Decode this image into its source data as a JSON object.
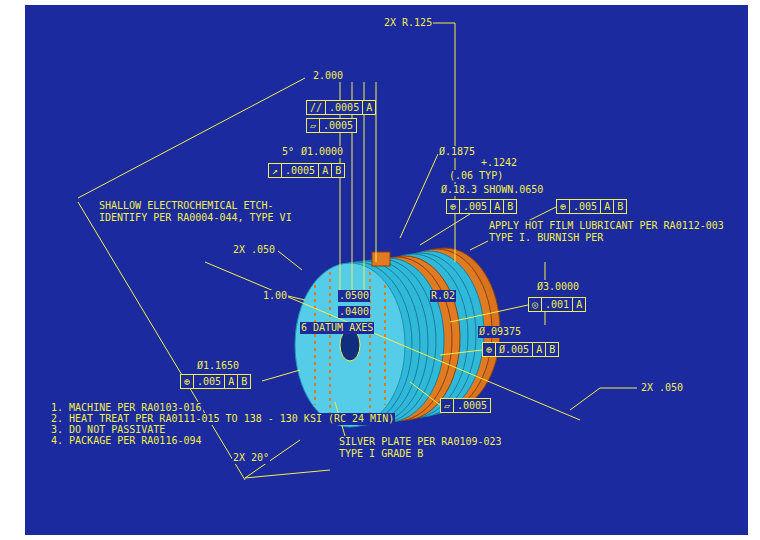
{
  "diagram": {
    "nodes": [
      {
        "text": [
          "//",
          ".0005",
          "A"
        ]
      },
      {
        "text": [
          "▱",
          ".0005"
        ]
      },
      {
        "text": [
          "↗",
          ".0005",
          "A",
          "B"
        ]
      },
      {
        "text": [
          "⊕",
          ".005",
          "A",
          "B"
        ]
      },
      {
        "text": [
          "◎",
          ".001",
          "A"
        ]
      },
      {
        "text": [
          "⊕",
          "Ø.005",
          "A",
          "B"
        ]
      },
      {
        "text": [
          "⊕",
          ".005",
          "A",
          "B"
        ]
      },
      {
        "text": [
          "▱",
          ".0005"
        ]
      },
      {
        "text": [
          "⊕",
          ".005",
          "A",
          "B"
        ]
      }
    ],
    "labels": [
      "2X R.125",
      "2.000",
      "5°",
      "Ø1.0000",
      "Ø.1875",
      "+.1242",
      "(.06 TYP)",
      "Ø.18.3 SHOWN.0650",
      "SHALLOW ELECTROCHEMICAL ETCH- IDENTIFY PER RA0004-044, TYPE VI",
      "APPLY HOT FILM LUBRICANT PER RA0112-003 TYPE I. BURNISH PER",
      "2X .050",
      "1.00",
      ".0500",
      "R.02",
      ".0400",
      "6 DATUM AXES",
      "Ø3.0000",
      "Ø.09375",
      "Ø1.1650",
      "2X .050",
      "1. MACHINE PER RA0103-016",
      "2. HEAT TREAT PER RA0111-015 TO 138 - 130 KSI (RC 24 MIN)",
      "3. DO NOT PASSIVATE",
      "4. PACKAGE PER RA0116-094",
      "SILVER PLATE PER RA0109-023 TYPE I GRADE B",
      "2X 20°"
    ]
  }
}
